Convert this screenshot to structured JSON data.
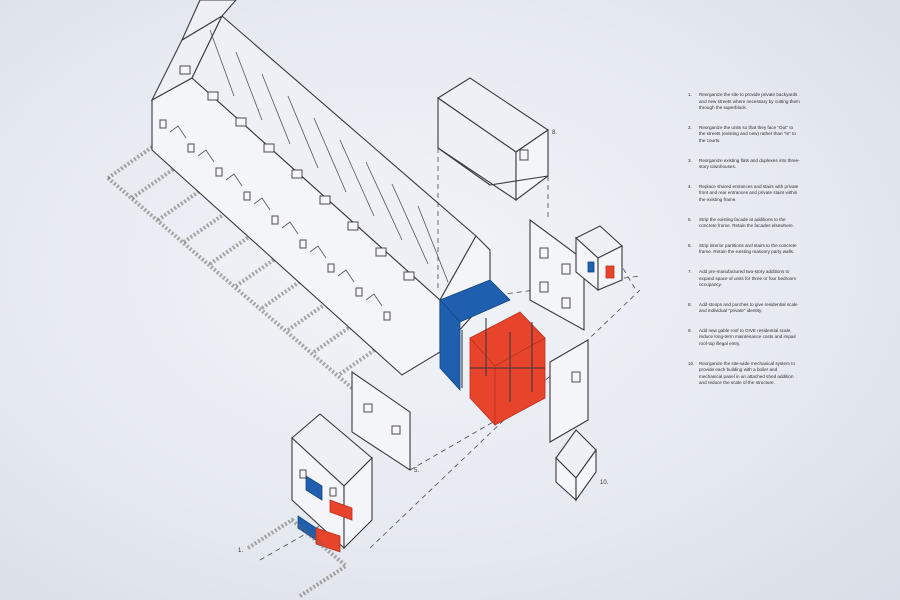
{
  "notes": [
    {
      "number": "1.",
      "text": "Reorganize the site to provide private backyards and new streets where necessary by cutting them through the superblock."
    },
    {
      "number": "2.",
      "text": "Reorganize the units so that they face \"Out\" to the streets (existing and new) rather than \"In\" to the courts."
    },
    {
      "number": "3.",
      "text": "Reorganize existing flats and duplexes into three-story townhouses."
    },
    {
      "number": "4.",
      "text": "Replace shared entrances and stairs with private front and rear entrances and private stairs within the existing frame."
    },
    {
      "number": "5.",
      "text": "Strip the existing facade at additions to the concrete frame. Retain the facades elsewhere."
    },
    {
      "number": "6.",
      "text": "Strip interior partitions and stairs to the concrete frame. Retain the existing masonry party walls."
    },
    {
      "number": "7.",
      "text": "Add pre-manufactured two-story additions to expand space of units for three or four bedroom occupancy."
    },
    {
      "number": "8.",
      "text": "Add stoops and porches to give residential scale and individual \"private\" identity."
    },
    {
      "number": "9.",
      "text": "Add new gable roof to GIVE residential scale, reduce long-term maintenance costs and impair roof-top illegal entry."
    },
    {
      "number": "10.",
      "text": "Reorganize the site-wide mechanical system to provide each building with a boiler and mechanical panel in an attached shed addition and reduce the scale of the structure."
    }
  ],
  "labels": {
    "roof_tag": "8.",
    "facade_tag": "5.",
    "shed_tag": "10.",
    "site_tag": "1."
  },
  "colors": {
    "new_addition": "#e8442b",
    "stairs_entries": "#1f5fb0",
    "linework": "#3a3a40"
  }
}
